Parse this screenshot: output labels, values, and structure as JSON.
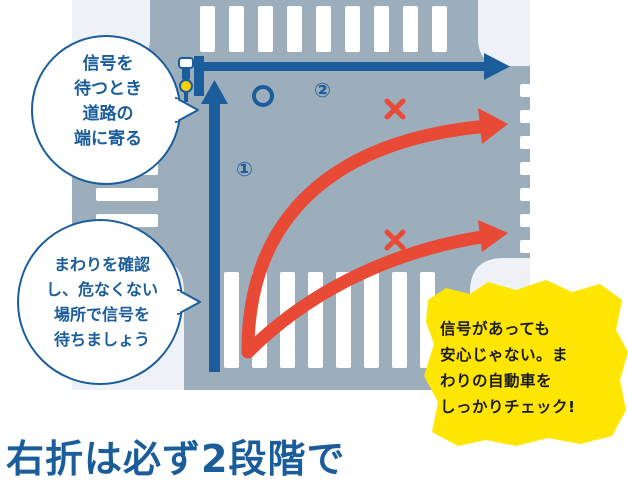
{
  "bubble_top": {
    "lines": [
      "信号を",
      "待つとき",
      "道路の",
      "端に寄る"
    ]
  },
  "bubble_bottom": {
    "lines": [
      "まわりを確認",
      "し、危なくない",
      "場所で信号を",
      "待ちましょう"
    ]
  },
  "note": {
    "lines": [
      "信号があっても",
      "安心じゃない。ま",
      "わりの自動車を",
      "しっかりチェック!"
    ]
  },
  "route_labels": {
    "one": "①",
    "two": "②",
    "ok_mark": "○",
    "ng_mark": "×"
  },
  "bottom_heading": "右折は必ず2段階で",
  "colors": {
    "road": "#9cadbc",
    "sidewalk": "#eef2f6",
    "crossing": "#ffffff",
    "blue": "#1a5d9a",
    "red": "#e84a35",
    "note_yellow": "#ffe600"
  }
}
